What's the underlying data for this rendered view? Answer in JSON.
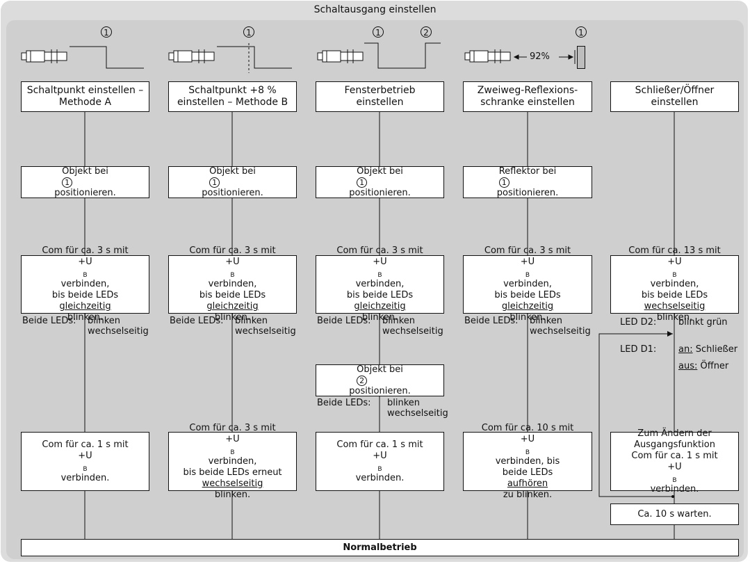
{
  "title": "Schaltausgang einstellen",
  "marker_1": "1",
  "marker_2": "2",
  "percent_label": "92%",
  "headers": [
    [
      "Schaltpunkt einstellen –",
      "Methode A"
    ],
    [
      "Schaltpunkt +8 %",
      "einstellen – Methode B"
    ],
    [
      "Fensterbetrieb",
      "einstellen"
    ],
    [
      "Zweiweg-Reflexions-",
      "schranke einstellen"
    ],
    [
      "Schließer/Öffner",
      "einstellen"
    ]
  ],
  "objekt_word": "Objekt bei",
  "reflektor_word": "Reflektor bei",
  "positionieren": "positionieren.",
  "com3": {
    "l1": "Com für ca. 3 s mit",
    "plus": "+U",
    "sub": "B",
    "verbinden": " verbinden,",
    "l3": "bis beide LEDs",
    "gleich": "gleichzeitig",
    "blinken": " blinken."
  },
  "com13": {
    "l1": "Com für ca. 13 s mit",
    "wechsel": "wechselseitig"
  },
  "beide_leds": "Beide LEDs:",
  "blinken": "blinken",
  "wechselseitig": "wechselseitig",
  "led_d2": "LED D2:",
  "blinkt_gruen": "blinkt grün",
  "led_d1": "LED D1:",
  "an": "an:",
  "schliesser": "Schließer",
  "aus": "aus:",
  "oeffner": "Öffner",
  "com1": {
    "l1": "Com für ca. 1 s mit",
    "verbinden2": " verbinden."
  },
  "comB": {
    "l1": "Com für ca. 3 s mit",
    "verbinden": " verbinden,",
    "l3": "bis beide LEDs erneut",
    "wechsel": "wechselseitig",
    "blinken": " blinken."
  },
  "com10": {
    "l1": "Com für ca. 10 s mit",
    "verbinden": " verbinden, bis",
    "l3a": "beide LEDs ",
    "aufhoeren": "aufhören",
    "l4": "zu blinken."
  },
  "aendern": {
    "l1": "Zum Ändern der",
    "l2": "Ausgangsfunktion",
    "l3": "Com für ca. 1 s mit",
    "verbinden2": " verbinden."
  },
  "warten": "Ca. 10 s warten.",
  "normalbetrieb": "Normalbetrieb",
  "colors": {
    "panel": "#cfcfcf",
    "frame": "#dcdcdc",
    "box": "#ffffff",
    "reflector": "#bdbdbd"
  }
}
